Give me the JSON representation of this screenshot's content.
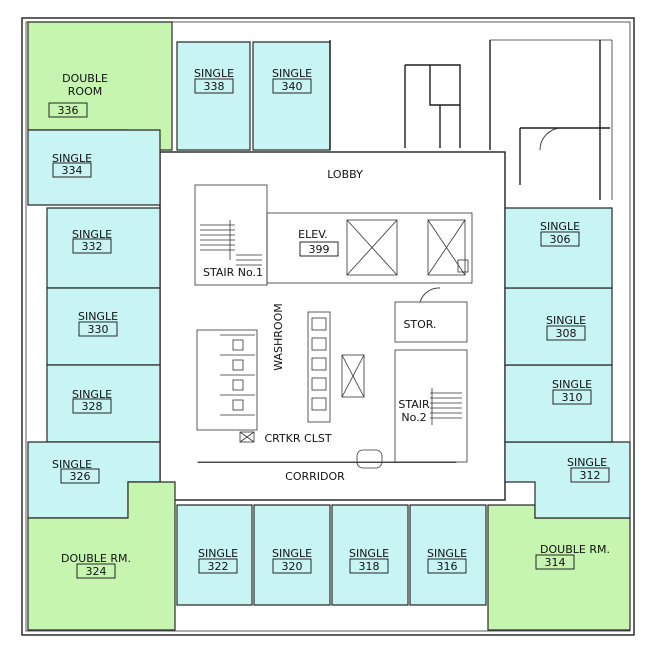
{
  "rooms": [
    {
      "type": "double",
      "label": "DOUBLE\nROOM",
      "number": "336"
    },
    {
      "type": "single",
      "label": "SINGLE",
      "number": "338"
    },
    {
      "type": "single",
      "label": "SINGLE",
      "number": "340"
    },
    {
      "type": "single",
      "label": "SINGLE",
      "number": "334"
    },
    {
      "type": "single",
      "label": "SINGLE",
      "number": "332"
    },
    {
      "type": "single",
      "label": "SINGLE",
      "number": "330"
    },
    {
      "type": "single",
      "label": "SINGLE",
      "number": "328"
    },
    {
      "type": "single",
      "label": "SINGLE",
      "number": "326"
    },
    {
      "type": "double",
      "label": "DOUBLE RM.",
      "number": "324"
    },
    {
      "type": "single",
      "label": "SINGLE",
      "number": "322"
    },
    {
      "type": "single",
      "label": "SINGLE",
      "number": "320"
    },
    {
      "type": "single",
      "label": "SINGLE",
      "number": "318"
    },
    {
      "type": "single",
      "label": "SINGLE",
      "number": "316"
    },
    {
      "type": "double",
      "label": "DOUBLE RM.",
      "number": "314"
    },
    {
      "type": "single",
      "label": "SINGLE",
      "number": "312"
    },
    {
      "type": "single",
      "label": "SINGLE",
      "number": "310"
    },
    {
      "type": "single",
      "label": "SINGLE",
      "number": "308"
    },
    {
      "type": "single",
      "label": "SINGLE",
      "number": "306"
    }
  ],
  "core": {
    "lobby": "LOBBY",
    "corridor": "CORRIDOR",
    "elevator_label": "ELEV.",
    "elevator_number": "399",
    "stair1": "STAIR No.1",
    "stair2_line1": "STAIR",
    "stair2_line2": "No.2",
    "storage": "STOR.",
    "washroom": "WASHROOM",
    "caretaker": "CRTKR CLST"
  },
  "colors": {
    "single": "#c8f4f4",
    "double": "#c6f5b0"
  }
}
